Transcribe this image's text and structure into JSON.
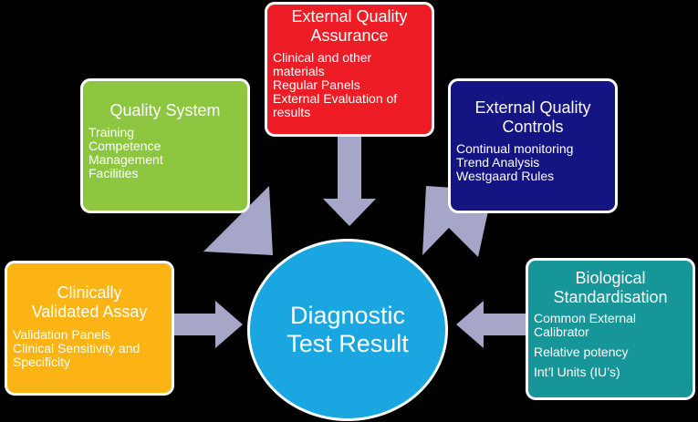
{
  "colors": {
    "background": "#000000",
    "arrow": "#a6a6c8",
    "center": "#1aa6e0",
    "quality_system": "#8dc63f",
    "external_quality_assurance": "#ee1c25",
    "external_quality_controls": "#141483",
    "clinically_validated_assay": "#fcb414",
    "biological_standardisation": "#17969a"
  },
  "center": {
    "label": "Diagnostic\nTest Result"
  },
  "quality_system": {
    "title": "Quality System",
    "items": [
      "Training",
      "Competence",
      "Management",
      "Facilities"
    ]
  },
  "external_quality_assurance": {
    "title_line1": "External Quality",
    "title_line2": "Assurance",
    "items": [
      "Clinical and other",
      "materials",
      "Regular Panels",
      "External Evaluation of",
      "results"
    ]
  },
  "external_quality_controls": {
    "title_line1": "External Quality",
    "title_line2": "Controls",
    "items": [
      "Continual monitoring",
      "Trend Analysis",
      "Westgaard Rules"
    ]
  },
  "clinically_validated_assay": {
    "title_line1": "Clinically",
    "title_line2": "Validated Assay",
    "items": [
      "Validation Panels",
      "Clinical Sensitivity and",
      "Specificity"
    ]
  },
  "biological_standardisation": {
    "title_line1": "Biological",
    "title_line2": "Standardisation",
    "items": [
      "Common External",
      "Calibrator",
      "Relative potency",
      "Int’l Units (IU’s)"
    ]
  }
}
